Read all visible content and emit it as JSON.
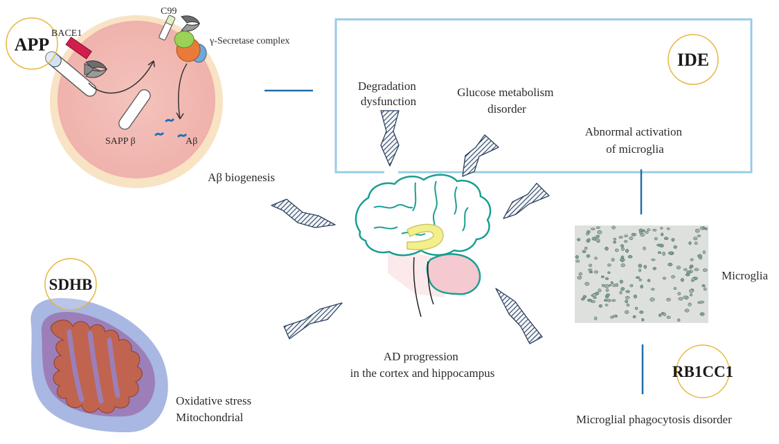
{
  "genes": {
    "app": "APP",
    "ide": "IDE",
    "sdhb": "SDHB",
    "rb1cc1": "RB1CC1"
  },
  "app_panel": {
    "bace1": "BACE1",
    "c99": "C99",
    "secretase": "γ-Secretase complex",
    "sapp": "SAPP β",
    "abeta": "Aβ",
    "caption": "Aβ biogenesis"
  },
  "ide_panel": {
    "degradation": [
      "Degradation",
      "dysfunction"
    ],
    "glucose": [
      "Glucose metabolism",
      "disorder"
    ],
    "microglia_activation": [
      "Abnormal activation",
      "of microglia"
    ]
  },
  "microglia_panel": {
    "label": "Microglia",
    "phagocytosis": "Microglial phagocytosis disorder"
  },
  "mito_panel": {
    "caption": [
      "Oxidative stress",
      "Mitochondrial"
    ]
  },
  "center": {
    "caption": [
      "AD progression",
      "in the cortex and  hippocampus"
    ]
  },
  "colors": {
    "cell_outer": "#f8e3c4",
    "cell_inner": "#f2b9b4",
    "ide_box": "#9bcbe6",
    "connector": "#1f6fa8",
    "gene_circle": "#e9b53f",
    "brain_outline": "#1a9e92",
    "hippocampus": "#f3ef8a",
    "cerebellum": "#f4c9cf",
    "mito_outer": "#a8b8e2",
    "mito_inner": "#9c7fb8",
    "cristae": "#c0644f",
    "arrow": "#2a3f5c"
  }
}
